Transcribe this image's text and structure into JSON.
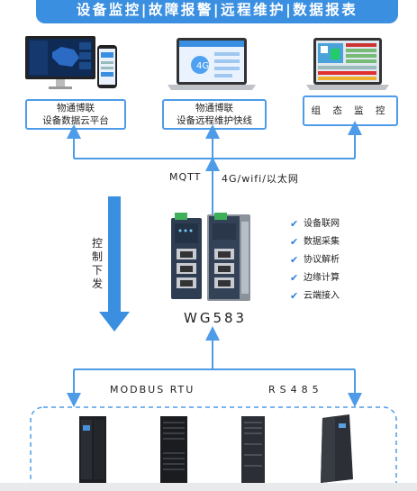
{
  "banner": "设备监控|故障报警|远程维护|数据报表",
  "top_boxes": [
    {
      "lines": [
        "物通博联",
        "设备数据云平台"
      ]
    },
    {
      "lines": [
        "物通博联",
        "设备远程维护快线"
      ]
    },
    {
      "lines": [
        "组 态 监 控"
      ]
    }
  ],
  "protocols": {
    "mqtt": "MQTT",
    "network": "4G/wifi/以太网"
  },
  "control_text": "控制下发",
  "gateway_model": "WG583",
  "features": [
    "设备联网",
    "数据采集",
    "协议解析",
    "边缘计算",
    "云端接入"
  ],
  "bottom_protocols": {
    "left": "MODBUS  RTU",
    "right": "RS485"
  },
  "colors": {
    "accent": "#3a8fe0",
    "line": "#4e9ce8",
    "arrow": "#3a8fe0"
  }
}
